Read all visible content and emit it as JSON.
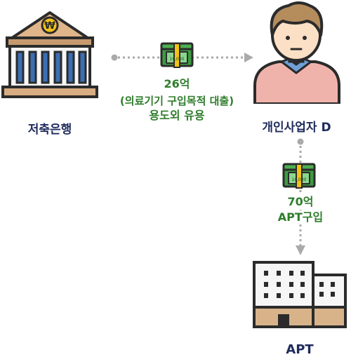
{
  "nodes": {
    "bank": {
      "label": "저축은행"
    },
    "borrower": {
      "label": "개인사업자 D"
    },
    "apt": {
      "label": "APT"
    }
  },
  "flows": {
    "loan": {
      "amount": "26억",
      "purpose": "(의료기기 구입목적 대출)",
      "note": "용도외 유용"
    },
    "purchase": {
      "amount": "70억",
      "note": "APT구입"
    }
  },
  "money_icon": {
    "text": "10,000"
  },
  "bank_icon": {
    "symbol": "₩"
  },
  "colors": {
    "navy": "#1f2b5c",
    "green": "#2f7d2c",
    "arrow_gray": "#aaaaaa",
    "money_green": "#4caf50",
    "bank_tan": "#d8ad83"
  }
}
